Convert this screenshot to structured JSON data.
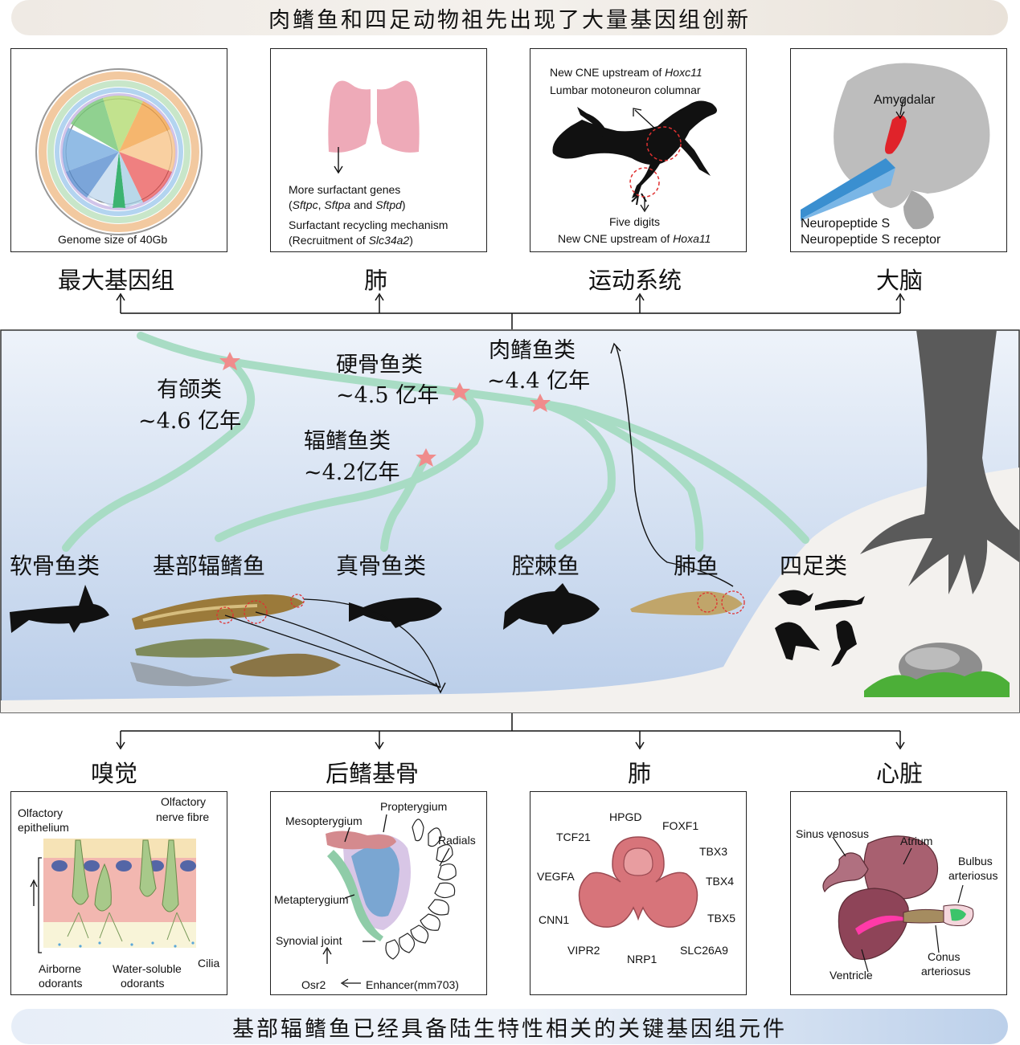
{
  "top_banner": "肉鳍鱼和四足动物祖先出现了大量基因组创新",
  "bottom_banner": "基部辐鳍鱼已经具备陆生特性相关的关键基因组元件",
  "top_panels": {
    "genome": {
      "label": "Genome size of 40Gb"
    },
    "lung": {
      "line1": "More surfactant genes",
      "line2_parts": [
        "(",
        "Sftpc",
        ", ",
        "Sftpa",
        " and ",
        "Sftpd",
        ")"
      ],
      "line3": "Surfactant recycling mechanism",
      "line4_parts": [
        "(Recruitment of ",
        "Slc34a2",
        ")"
      ]
    },
    "locomotion": {
      "line1_parts": [
        "New CNE upstream of ",
        "Hoxc11"
      ],
      "line2": "Lumbar motoneuron columnar",
      "line3": "Five digits",
      "line4_parts": [
        "New CNE upstream of ",
        "Hoxa11"
      ]
    },
    "brain": {
      "amygdala": "Amygdalar",
      "line1": "Neuropeptide S",
      "line2": "Neuropeptide S receptor"
    }
  },
  "top_categories": [
    "最大基因组",
    "肺",
    "运动系统",
    "大脑"
  ],
  "clades": {
    "gnathostomes": {
      "name": "有颌类",
      "age": "~4.6 亿年"
    },
    "osteichthyes": {
      "name": "硬骨鱼类",
      "age": "~4.5 亿年"
    },
    "sarcopterygii": {
      "name": "肉鳍鱼类",
      "age": "~4.4 亿年"
    },
    "actinopterygii": {
      "name": "辐鳍鱼类",
      "age": "~4.2亿年"
    }
  },
  "taxa": [
    "软骨鱼类",
    "基部辐鳍鱼",
    "真骨鱼类",
    "腔棘鱼",
    "肺鱼",
    "四足类"
  ],
  "bottom_categories": [
    "嗅觉",
    "后鳍基骨",
    "肺",
    "心脏"
  ],
  "olfaction": {
    "epithelium": [
      "Olfactory",
      "epithelium"
    ],
    "nerve": [
      "Olfactory",
      "nerve fibre"
    ],
    "airborne": [
      "Airborne",
      "odorants"
    ],
    "water": [
      "Water-soluble",
      "odorants"
    ],
    "cilia": "Cilia"
  },
  "fin": {
    "propterygium": "Propterygium",
    "mesopterygium": "Mesopterygium",
    "radials": "Radials",
    "metapterygium": "Metapterygium",
    "synovial": "Synovial joint",
    "osr2": "Osr2",
    "enhancer": "Enhancer(mm703)"
  },
  "lung_genes": [
    "HPGD",
    "TCF21",
    "FOXF1",
    "TBX3",
    "VEGFA",
    "TBX4",
    "CNN1",
    "TBX5",
    "VIPR2",
    "NRP1",
    "SLC26A9"
  ],
  "heart": {
    "sinus": "Sinus venosus",
    "atrium": "Atrium",
    "bulbus": [
      "Bulbus",
      "arteriosus"
    ],
    "conus": [
      "Conus",
      "arteriosus"
    ],
    "ventricle": "Ventricle"
  },
  "colors": {
    "tree": "#a8dcc4",
    "star": "#f08c8c",
    "water_top": "#e8eef8",
    "water_bottom": "#b9cde9",
    "land": "#f3f1ee",
    "lung": "#eeaab8",
    "heart": "#9b5060",
    "fin_blue": "#7aa6d2",
    "fin_green": "#8fcca8",
    "fin_pink": "#d48a8e"
  }
}
